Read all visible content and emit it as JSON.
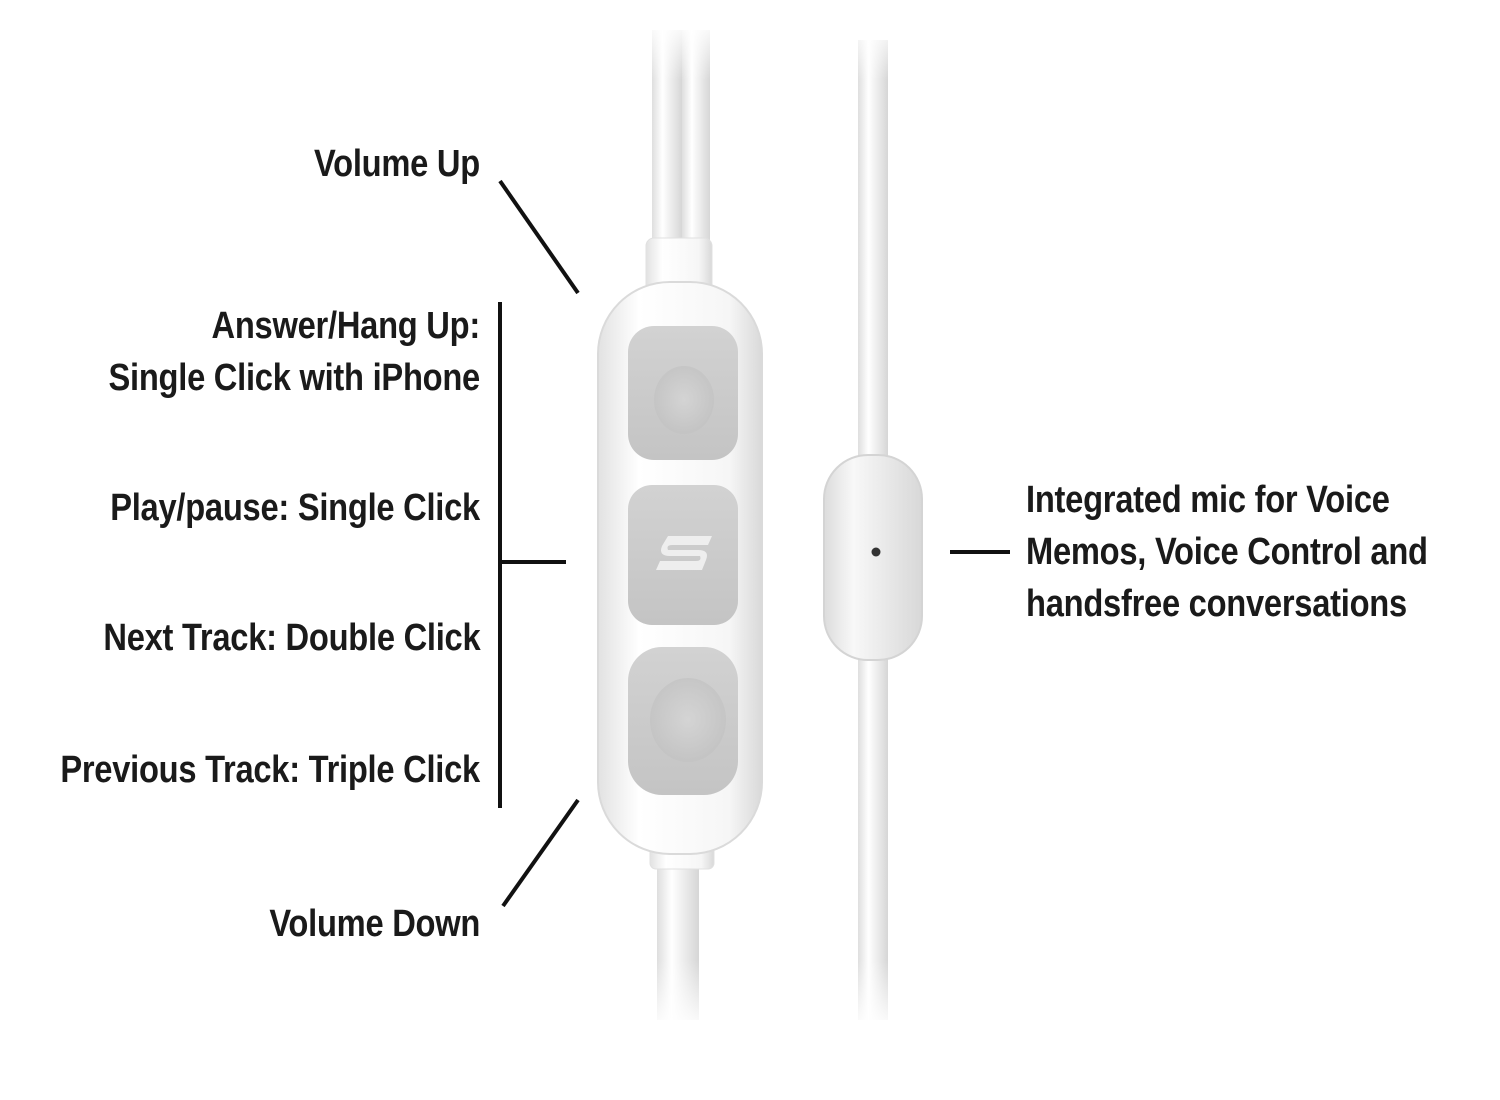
{
  "labels": {
    "volume_up": "Volume Up",
    "answer_line1": "Answer/Hang Up:",
    "answer_line2": "Single Click with iPhone",
    "play_pause": "Play/pause: Single Click",
    "next_track": "Next Track: Double Click",
    "previous_track": "Previous Track: Triple Click",
    "volume_down": "Volume Down",
    "mic_line1": "Integrated mic for Voice",
    "mic_line2": "Memos, Voice Control and",
    "mic_line3": "handsfree conversations"
  },
  "colors": {
    "text": "#1a1a1a",
    "leader": "#111111",
    "cable": "#f4f4f4",
    "remote_body": "#f7f7f7",
    "button": "#cfcfcf"
  },
  "icons": {
    "center_button_logo": "s-logo-icon"
  }
}
